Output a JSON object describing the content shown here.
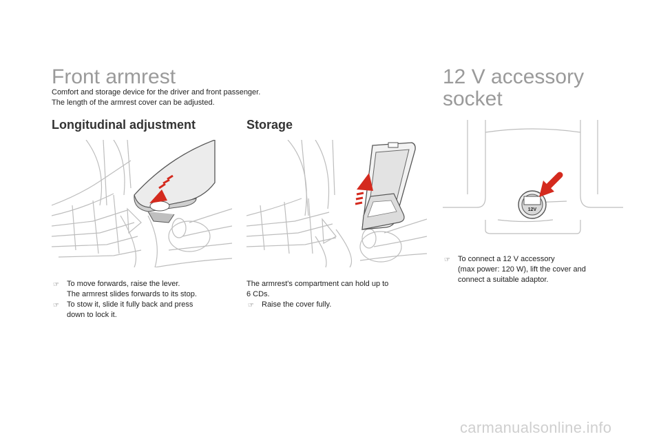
{
  "armrest": {
    "title": "Front armrest",
    "intro_line1": "Comfort and storage device for the driver and front passenger.",
    "intro_line2": "The length of the armrest cover can be adjusted."
  },
  "longitudinal": {
    "heading": "Longitudinal adjustment",
    "step1_line1": "To move forwards, raise the lever.",
    "step1_line2": "The armrest slides forwards to its stop.",
    "step2_line1": "To stow it, slide it fully back and press",
    "step2_line2": "down to lock it."
  },
  "storage": {
    "heading": "Storage",
    "text_line1": "The armrest's compartment can hold up to",
    "text_line2": "6 CDs.",
    "step1_line1": "Raise the cover fully."
  },
  "socket": {
    "title_line1": "12 V accessory",
    "title_line2": "socket",
    "socket_label": "12V",
    "step1_line1": "To connect a 12 V accessory",
    "step1_line2": "(max power: 120 W), lift the cover and",
    "step1_line3": "connect a suitable adaptor."
  },
  "bullet_glyph": "☞",
  "watermark": "carmanualsonline.info",
  "colors": {
    "arrow_red": "#d42a1e",
    "title_gray": "#9a9a9a",
    "line_gray": "#bdbdbd"
  }
}
